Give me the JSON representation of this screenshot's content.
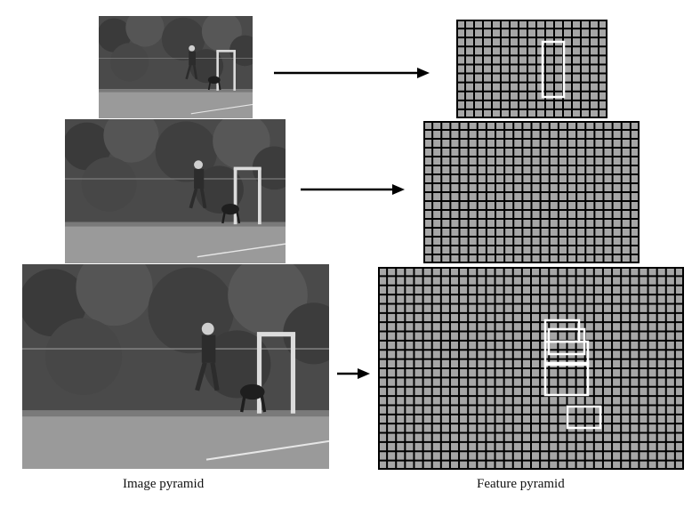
{
  "captions": {
    "left": "Image pyramid",
    "right": "Feature pyramid"
  },
  "colors": {
    "cell_fill": "#a6a6a6",
    "grid_line": "#000000",
    "detection_box": "#ffffff",
    "background": "#ffffff"
  },
  "image_pyramid": {
    "levels": [
      "small",
      "medium",
      "large"
    ]
  },
  "feature_pyramid": {
    "levels": [
      "small",
      "medium",
      "large"
    ]
  }
}
